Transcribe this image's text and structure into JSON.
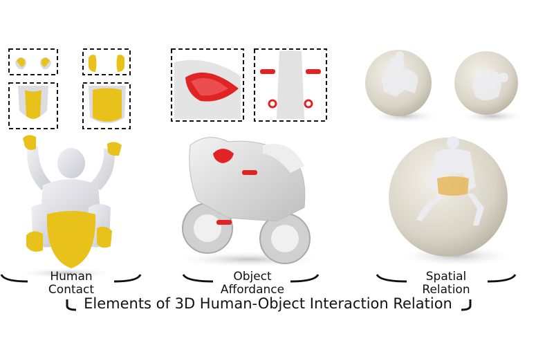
{
  "columns": [
    {
      "label_line1": "Human",
      "label_line2": "Contact"
    },
    {
      "label_line1": "Object",
      "label_line2": "Affordance"
    },
    {
      "label_line1": "Spatial",
      "label_line2": "Relation"
    }
  ],
  "caption": "Elements of 3D Human-Object Interaction Relation",
  "colors": {
    "contact": "#e8c21b",
    "affordance": "#e02424",
    "body": "#dcdce2",
    "sphere": "#d8d3c5",
    "dashed_box": "#111111",
    "brace": "#111111"
  }
}
